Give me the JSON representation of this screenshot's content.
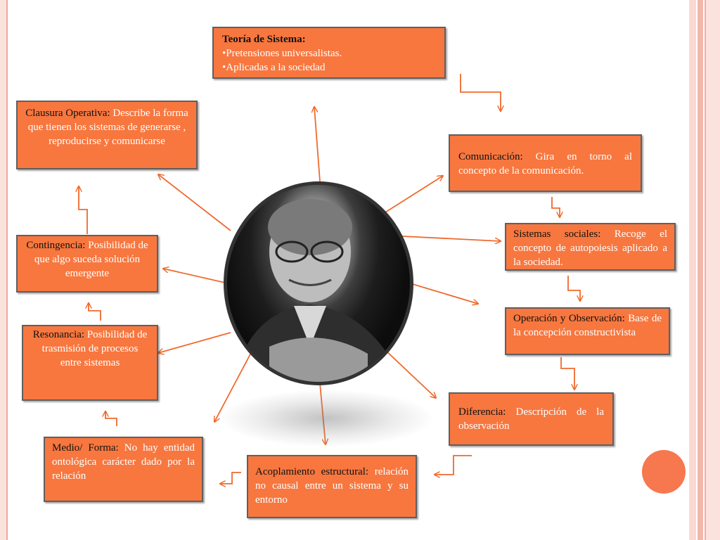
{
  "diagram": {
    "theory": {
      "key": "Teoría de Sistema:",
      "lines": [
        "•Pretensiones universalistas.",
        "•Aplicadas a la sociedad"
      ]
    },
    "comunicacion": {
      "key": "Comunicación:",
      "text": " Gira en torno al concepto  de la comunicación."
    },
    "sistemas": {
      "key": "Sistemas sociales:",
      "text": " Recoge el concepto de autopoiesis aplicado a la sociedad."
    },
    "operacion": {
      "key": "Operación y Observación:",
      "text": " Base de la concepción constructivista"
    },
    "diferencia": {
      "key": "Diferencia:",
      "text": " Descripción de la observación"
    },
    "acoplamiento": {
      "key": "Acoplamiento estructural:",
      "text": " relación no causal entre un sistema y su entorno"
    },
    "medio": {
      "key": "Medio/ Forma:",
      "text": " No hay entidad ontológica carácter dado por la relación"
    },
    "resonancia": {
      "key": "Resonancia:",
      "text": " Posibilidad de trasmisión  de procesos  entre sistemas"
    },
    "contingencia": {
      "key": "Contingencia:",
      "text": " Posibilidad de que algo suceda solución emergente"
    },
    "clausura": {
      "key": "Clausura Operativa:",
      "text": " Describe la forma  que tienen los sistemas de generarse , reproducirse y comunicarse"
    }
  },
  "colors": {
    "box_fill": "#f7773f",
    "box_border": "#5f5f5f",
    "connector": "#ef6a2e",
    "accent_dot": "#f7774f"
  },
  "photo": {
    "description_icon": "portrait-photo"
  }
}
